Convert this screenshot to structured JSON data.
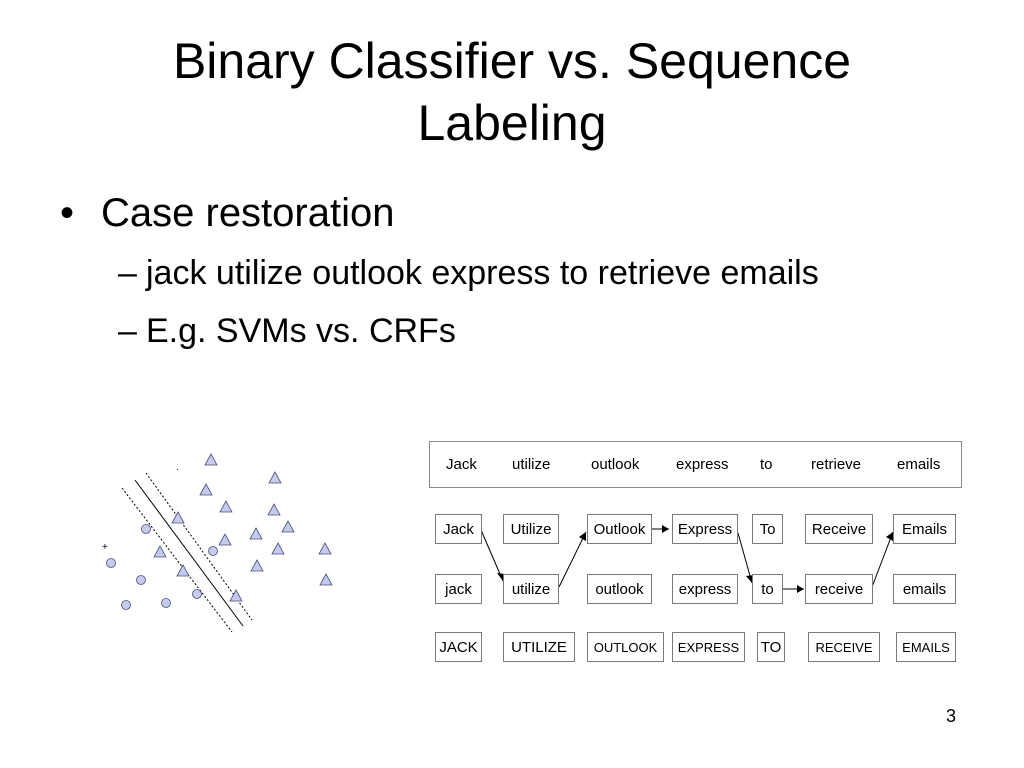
{
  "slide": {
    "title_line1": "Binary Classifier vs. Sequence",
    "title_line2": "Labeling",
    "bullet": "Case restoration",
    "sub_bullets": [
      "jack utilize outlook express to retrieve emails",
      "E.g. SVMs vs. CRFs"
    ],
    "page_number": "3"
  },
  "svm_figure": {
    "triangle_color": "#c5cbec",
    "circle_color": "#c5cbec",
    "plus_marker": "+",
    "dot_marker": "."
  },
  "sequence_figure": {
    "input_words": [
      "Jack",
      "utilize",
      "outlook",
      "express",
      "to",
      "retrieve",
      "emails"
    ],
    "rows": [
      [
        "Jack",
        "Utilize",
        "Outlook",
        "Express",
        "To",
        "Receive",
        "Emails"
      ],
      [
        "jack",
        "utilize",
        "outlook",
        "express",
        "to",
        "receive",
        "emails"
      ],
      [
        "JACK",
        "UTILIZE",
        "OUTLOOK",
        "EXPRESS",
        "TO",
        "RECEIVE",
        "EMAILS"
      ]
    ],
    "best_path": [
      "Jack",
      "utilize",
      "Outlook",
      "Express",
      "to",
      "receive",
      "Emails"
    ]
  }
}
